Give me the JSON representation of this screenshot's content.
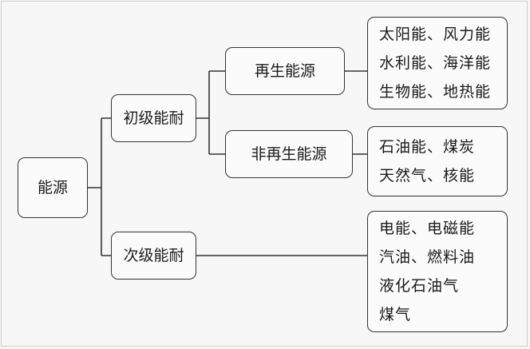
{
  "root": {
    "label": "能源"
  },
  "primary": {
    "label": "初级能耐",
    "renewable": {
      "label": "再生能源",
      "examples": [
        "太阳能、风力能",
        "水利能、海洋能",
        "生物能、地热能"
      ]
    },
    "nonrenewable": {
      "label": "非再生能源",
      "examples": [
        "石油能、煤炭",
        "天然气、核能"
      ]
    }
  },
  "secondary": {
    "label": "次级能耐",
    "examples": [
      "电能、电磁能",
      "汽油、燃料油",
      "液化石油气",
      "煤气"
    ]
  }
}
